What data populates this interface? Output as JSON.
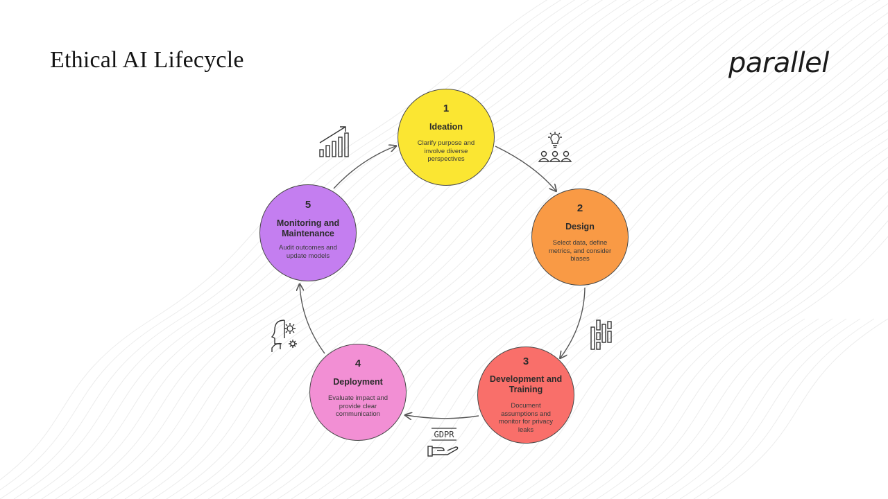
{
  "page": {
    "title": "Ethical AI Lifecycle",
    "logo_text": "parallel"
  },
  "steps": [
    {
      "number": "1",
      "name": "Ideation",
      "description": "Clarify purpose and involve diverse perspectives",
      "color": "#fbe632"
    },
    {
      "number": "2",
      "name": "Design",
      "description": "Select data, define metrics, and consider biases",
      "color": "#f99a45"
    },
    {
      "number": "3",
      "name": "Development and Training",
      "description": "Document assumptions and monitor for privacy leaks",
      "color": "#f96f6a"
    },
    {
      "number": "4",
      "name": "Deployment",
      "description": "Evaluate impact and provide clear communication",
      "color": "#f28fd4"
    },
    {
      "number": "5",
      "name": "Monitoring and Maintenance",
      "description": "Audit outcomes and update models",
      "color": "#c47ef0"
    }
  ],
  "icons": {
    "ideation": "lightbulb-people-icon",
    "design": "bar-columns-icon",
    "development": "gdpr-hand-icon",
    "deployment": "head-gear-icon",
    "monitoring": "growth-chart-icon",
    "gdpr_label": "GDPR"
  }
}
